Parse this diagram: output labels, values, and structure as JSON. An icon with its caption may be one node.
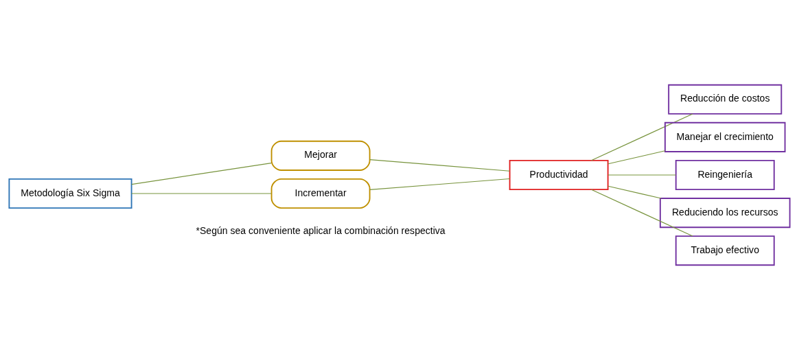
{
  "diagram": {
    "nodes": [
      {
        "text": [
          "Metodología Six Sigma"
        ]
      },
      {
        "text": [
          "Mejorar"
        ]
      },
      {
        "text": [
          "Incrementar"
        ]
      },
      {
        "text": [
          "Productividad"
        ]
      },
      {
        "text": [
          "Reducción de costos"
        ]
      },
      {
        "text": [
          "Manejar el crecimiento"
        ]
      },
      {
        "text": [
          "Reingeniería"
        ]
      },
      {
        "text": [
          "Reduciendo los recursos"
        ]
      },
      {
        "text": [
          "Trabajo efectivo"
        ]
      }
    ],
    "edges": [
      {
        "from": 0,
        "to": 1,
        "arrow": "none",
        "color": "#77933c"
      },
      {
        "from": 0,
        "to": 2,
        "arrow": "none",
        "color": "#77933c"
      },
      {
        "from": 1,
        "to": 3,
        "arrow": "none",
        "color": "#77933c"
      },
      {
        "from": 2,
        "to": 3,
        "arrow": "none",
        "color": "#77933c"
      },
      {
        "from": 3,
        "to": 4,
        "arrow": "none",
        "color": "#77933c"
      },
      {
        "from": 3,
        "to": 5,
        "arrow": "none",
        "color": "#77933c"
      },
      {
        "from": 3,
        "to": 6,
        "arrow": "none",
        "color": "#77933c"
      },
      {
        "from": 3,
        "to": 7,
        "arrow": "none",
        "color": "#77933c"
      },
      {
        "from": 3,
        "to": 8,
        "arrow": "none",
        "color": "#77933c"
      }
    ],
    "labels": [
      "*Según sea conveniente aplicar la combinación respectiva"
    ]
  }
}
